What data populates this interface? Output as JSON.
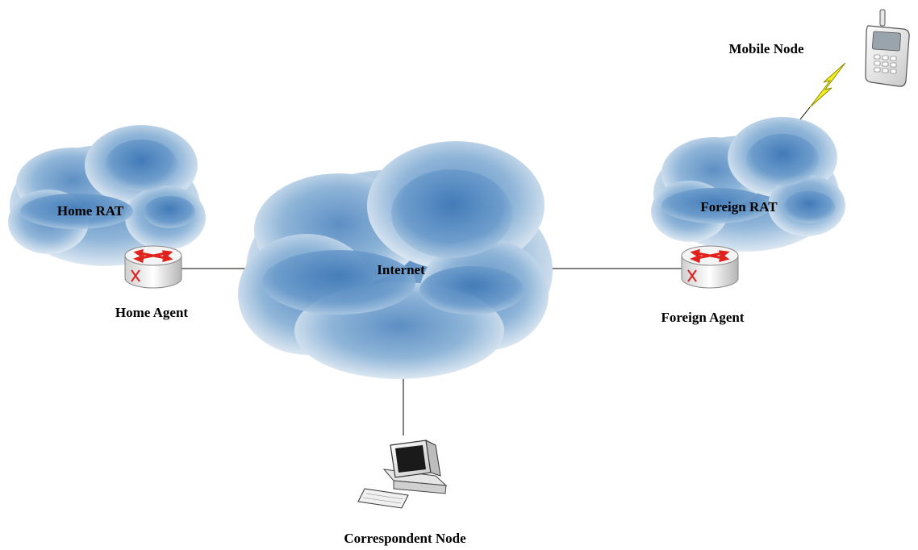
{
  "labels": {
    "mobile_node": "Mobile Node",
    "home_rat": "Home RAT",
    "foreign_rat": "Foreign RAT",
    "internet": "Internet",
    "home_agent": "Home Agent",
    "foreign_agent": "Foreign Agent",
    "correspondent_node": "Correspondent Node"
  },
  "icons": {
    "mobile_node": "mobile-phone-icon",
    "home_rat": "cloud-icon",
    "foreign_rat": "cloud-icon",
    "internet": "cloud-icon",
    "home_agent": "router-icon",
    "foreign_agent": "router-icon",
    "correspondent_node": "desktop-computer-icon",
    "wireless_link": "lightning-bolt-icon"
  },
  "colors": {
    "cloud_light": "#eef3f8",
    "cloud_mid": "#a9c6e0",
    "cloud_dark": "#3f79b7",
    "router_arrow": "#e0211c",
    "bolt": "#f4ef1e",
    "link": "#000000"
  }
}
